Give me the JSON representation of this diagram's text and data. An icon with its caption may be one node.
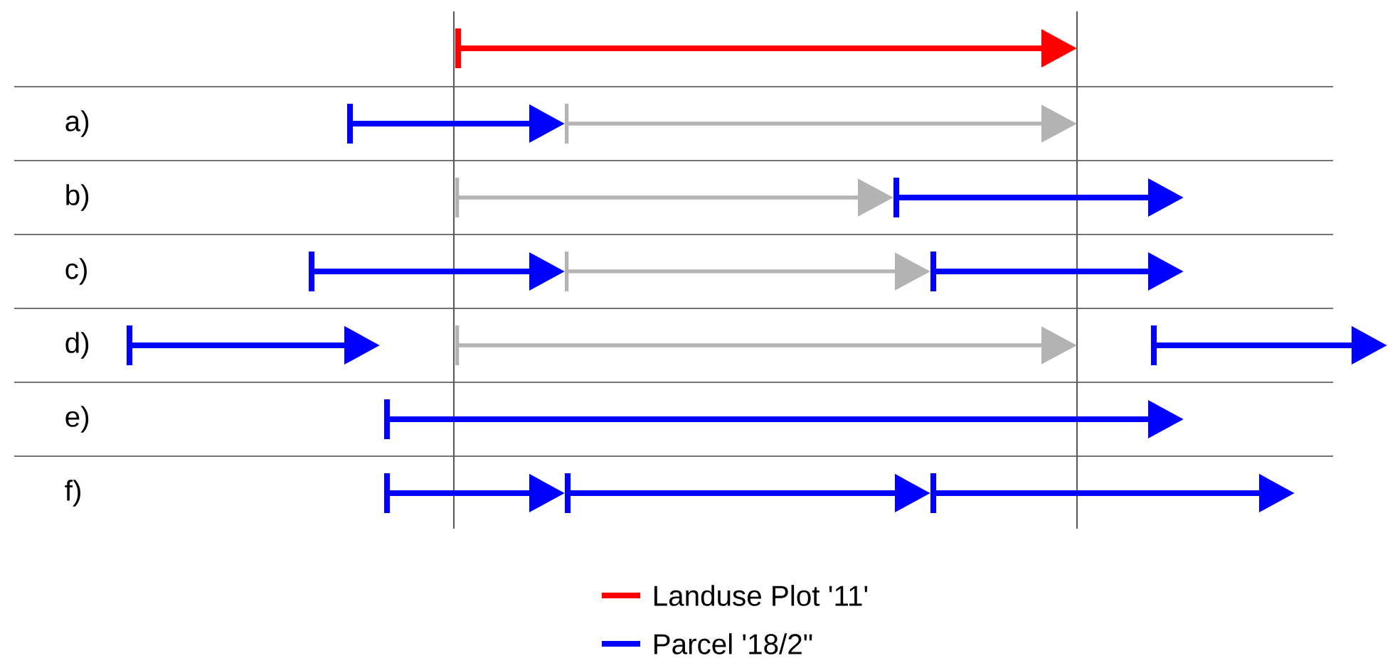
{
  "diagram": {
    "labels": [
      "a)",
      "b)",
      "c)",
      "d)",
      "e)",
      "f)"
    ],
    "legend": [
      {
        "text": "Landuse Plot '11'",
        "color": "#ff0000"
      },
      {
        "text": "Parcel '18/2\"",
        "color": "#0000ff"
      }
    ]
  }
}
